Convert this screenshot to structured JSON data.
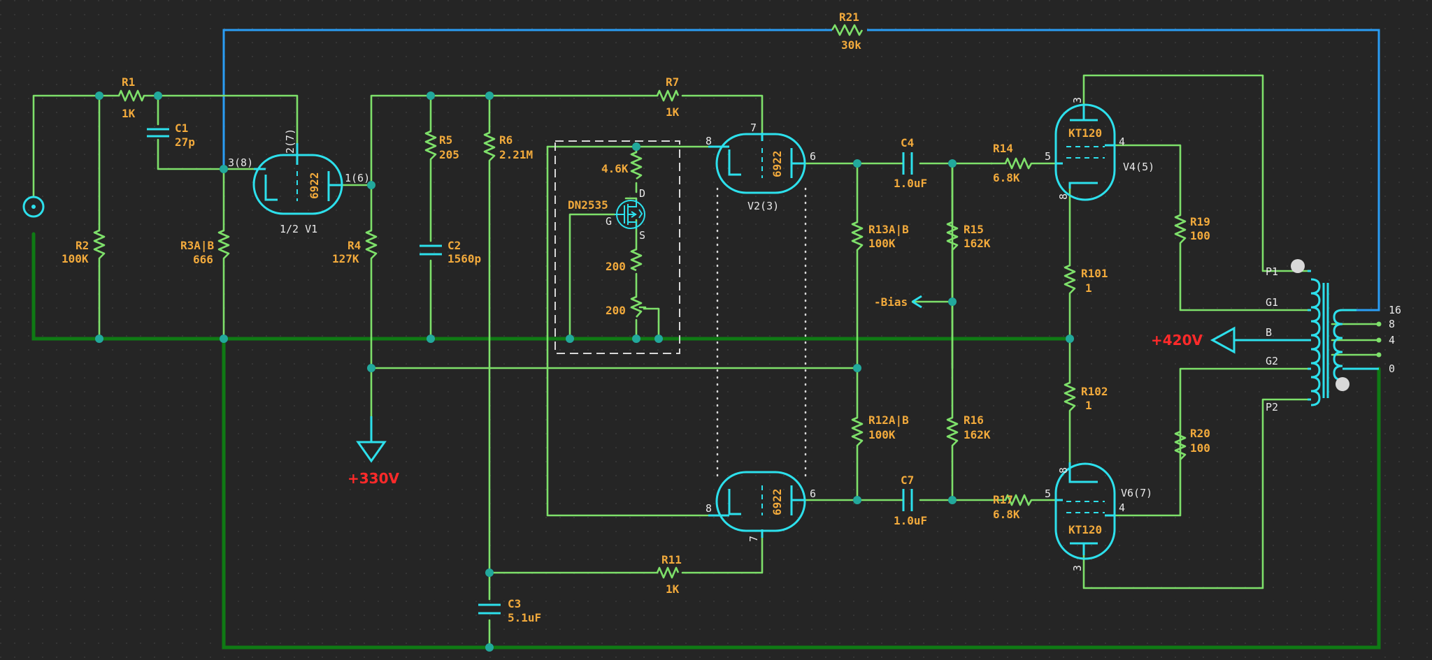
{
  "resistors": {
    "r1": {
      "ref": "R1",
      "value": "1K"
    },
    "r2": {
      "ref": "R2",
      "value": "100K"
    },
    "r3": {
      "ref": "R3A|B",
      "value": "666"
    },
    "r4": {
      "ref": "R4",
      "value": "127K"
    },
    "r5": {
      "ref": "R5",
      "value": "205"
    },
    "r6": {
      "ref": "R6",
      "value": "2.21M"
    },
    "r7": {
      "ref": "R7",
      "value": "1K"
    },
    "r11": {
      "ref": "R11",
      "value": "1K"
    },
    "r12": {
      "ref": "R12A|B",
      "value": "100K"
    },
    "r13": {
      "ref": "R13A|B",
      "value": "100K"
    },
    "r14": {
      "ref": "R14",
      "value": "6.8K"
    },
    "r15": {
      "ref": "R15",
      "value": "162K"
    },
    "r16": {
      "ref": "R16",
      "value": "162K"
    },
    "r17": {
      "ref": "R17",
      "value": "6.8K"
    },
    "r19": {
      "ref": "R19",
      "value": "100"
    },
    "r20": {
      "ref": "R20",
      "value": "100"
    },
    "r21": {
      "ref": "R21",
      "value": "30k"
    },
    "r101": {
      "ref": "R101",
      "value": "1"
    },
    "r102": {
      "ref": "R102",
      "value": "1"
    },
    "rd": {
      "value": "4.6K"
    },
    "rs1": {
      "value": "200"
    },
    "rs2": {
      "value": "200"
    }
  },
  "capacitors": {
    "c1": {
      "ref": "C1",
      "value": "27p"
    },
    "c2": {
      "ref": "C2",
      "value": "1560p"
    },
    "c3": {
      "ref": "C3",
      "value": "5.1uF"
    },
    "c4": {
      "ref": "C4",
      "value": "1.0uF"
    },
    "c7": {
      "ref": "C7",
      "value": "1.0uF"
    }
  },
  "tubes": {
    "v1": {
      "type": "6922",
      "name": "1/2 V1",
      "pin_grid": "3(8)",
      "pin_plate": "2(7)",
      "pin_cathode": "1(6)"
    },
    "v2": {
      "type": "6922",
      "name": "V2(3)",
      "pin_grid": "8",
      "pin_plate": "7",
      "pin_cathode": "6"
    },
    "v3": {
      "type": "6922",
      "pin_grid": "8",
      "pin_plate": "7",
      "pin_cathode": "6"
    },
    "v4": {
      "type": "KT120",
      "name": "V4(5)",
      "pin_top": "3",
      "pin_right": "4",
      "pin_left": "5",
      "pin_bottom": "8"
    },
    "v6": {
      "type": "KT120",
      "name": "V6(7)",
      "pin_top": "8",
      "pin_right": "4",
      "pin_left": "5",
      "pin_bottom": "3"
    }
  },
  "mosfet": {
    "part": "DN2535",
    "drain": "D",
    "gate": "G",
    "source": "S"
  },
  "supplies": {
    "plus330": "+330V",
    "plus420": "+420V",
    "bias": "-Bias"
  },
  "transformer": {
    "p1": "P1",
    "g1": "G1",
    "b": "B",
    "g2": "G2",
    "p2": "P2",
    "tap16": "16",
    "tap8": "8",
    "tap4": "4",
    "tap0": "0"
  },
  "colors": {
    "wire": "#7ee06a",
    "ground": "#0f7a14",
    "feedback": "#2a9df4",
    "device": "#2de0ec",
    "label": "#f2aa3c",
    "supply": "#ff2a2a"
  }
}
